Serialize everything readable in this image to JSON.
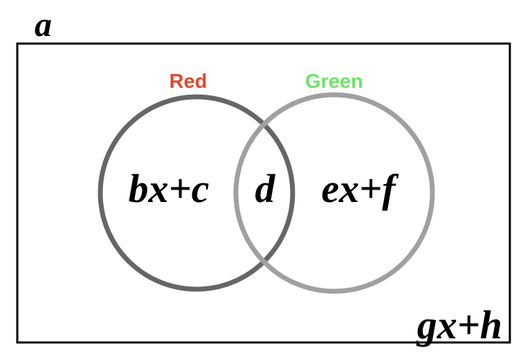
{
  "universe": {
    "label": "a",
    "outside_label": "gx+h"
  },
  "sets": [
    {
      "name": "Red",
      "name_color": "#e0482c",
      "circle_color": "#666666",
      "only_region_label": "bx+c"
    },
    {
      "name": "Green",
      "name_color": "#6fe36a",
      "circle_color": "#a0a0a0",
      "only_region_label": "ex+f"
    }
  ],
  "intersection_label": "d"
}
